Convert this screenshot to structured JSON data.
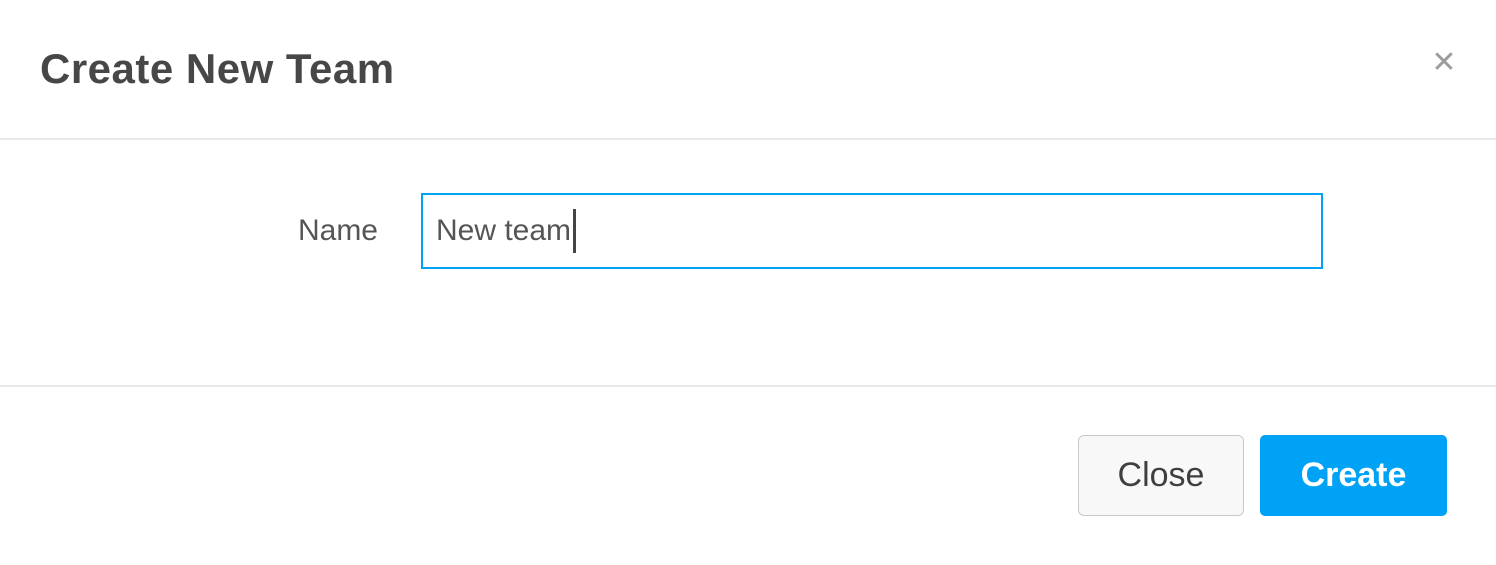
{
  "modal": {
    "title": "Create New Team",
    "close_icon": "✕"
  },
  "form": {
    "name_label": "Name",
    "name_input": {
      "value": "New team",
      "placeholder": ""
    }
  },
  "footer": {
    "close_label": "Close",
    "create_label": "Create"
  },
  "colors": {
    "accent_blue": "#00a2f5",
    "title_text": "#474747",
    "body_text": "#555555",
    "divider": "#e8e8e8",
    "close_button_bg": "#f8f8f8",
    "close_button_border": "#c9c9c9",
    "close_icon": "#9c9c9c"
  }
}
